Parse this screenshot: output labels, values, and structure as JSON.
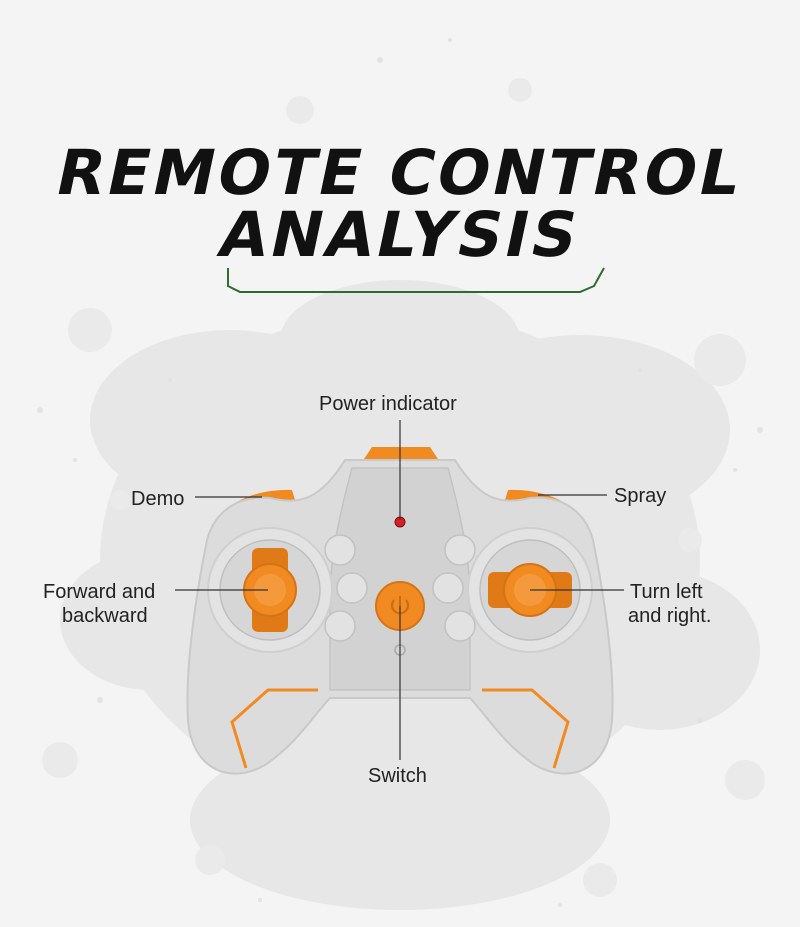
{
  "title": {
    "line1": "REMOTE CONTROL",
    "line2": "ANALYSIS"
  },
  "labels": {
    "power_indicator": "Power indicator",
    "demo": "Demo",
    "spray": "Spray",
    "forward_backward_line1": "Forward and",
    "forward_backward_line2": "backward",
    "turn_line1": "Turn left",
    "turn_line2": "and right.",
    "switch": "Switch"
  },
  "colors": {
    "accent_orange": "#f28a22",
    "controller_body": "#dcdcdc",
    "divider_green": "#2e6b2e",
    "power_led": "#d91f1f"
  }
}
